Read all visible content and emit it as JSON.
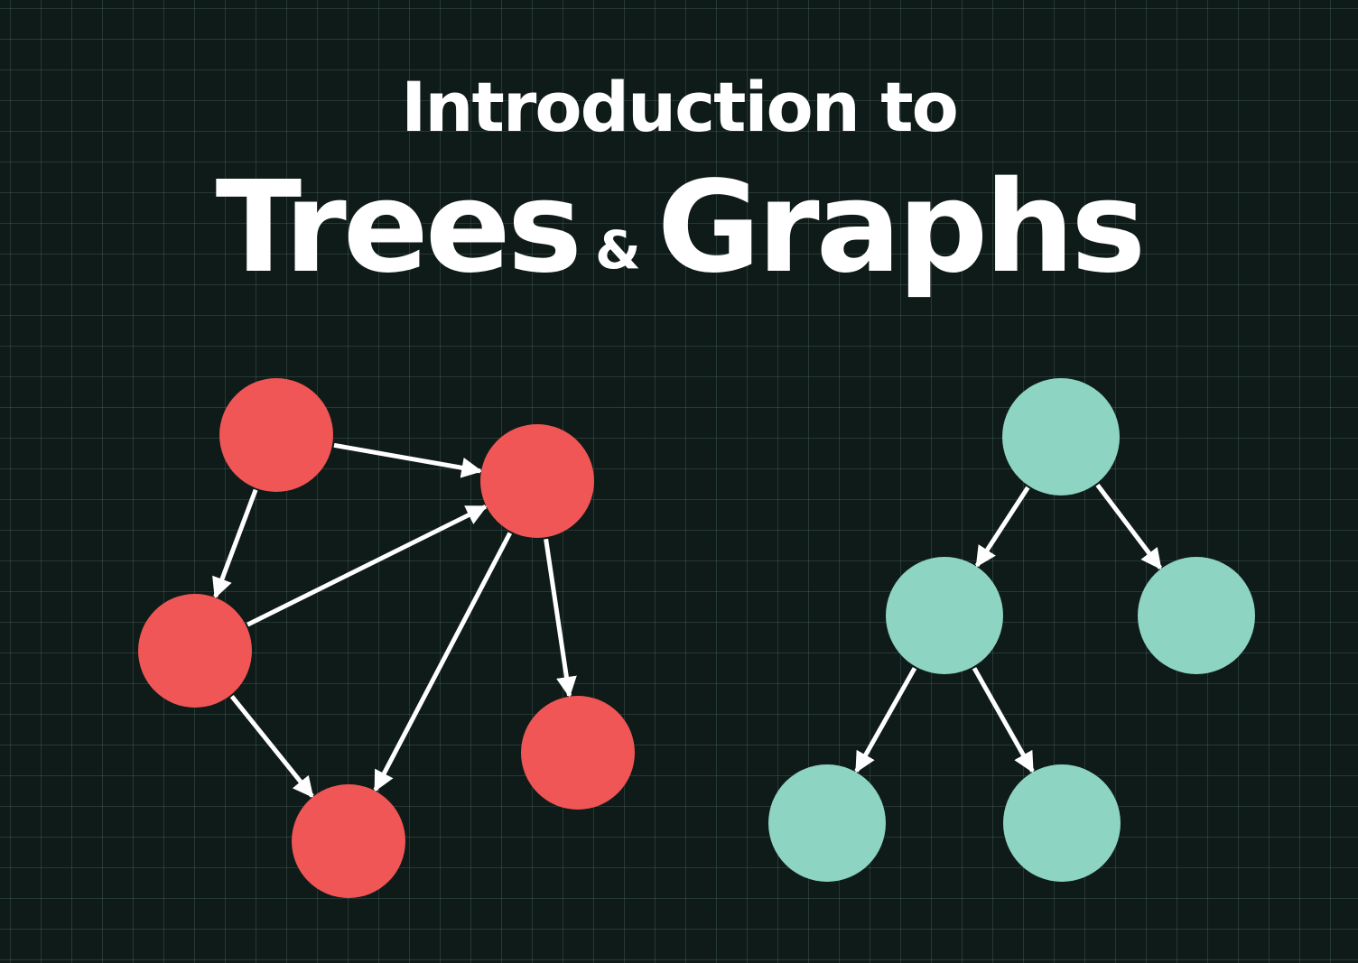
{
  "title": {
    "line1": "Introduction to",
    "line2_left": "Trees",
    "line2_amp": "&",
    "line2_right": "Graphs"
  },
  "colors": {
    "background": "#0f1b18",
    "grid": "#2f4a43",
    "graph_node": "#f05656",
    "tree_node": "#8ed4c2",
    "edge": "#ffffff",
    "text": "#ffffff"
  },
  "graph": {
    "nodes": [
      "g1",
      "g2",
      "g3",
      "g4",
      "g5"
    ],
    "edges": [
      {
        "from": "g1",
        "to": "g2"
      },
      {
        "from": "g1",
        "to": "g3"
      },
      {
        "from": "g3",
        "to": "g2"
      },
      {
        "from": "g2",
        "to": "g4"
      },
      {
        "from": "g2",
        "to": "g5"
      },
      {
        "from": "g3",
        "to": "g4"
      }
    ]
  },
  "tree": {
    "nodes": [
      "t1",
      "t2",
      "t3",
      "t4",
      "t5"
    ],
    "edges": [
      {
        "from": "t1",
        "to": "t2"
      },
      {
        "from": "t1",
        "to": "t3"
      },
      {
        "from": "t2",
        "to": "t4"
      },
      {
        "from": "t2",
        "to": "t5"
      }
    ]
  }
}
